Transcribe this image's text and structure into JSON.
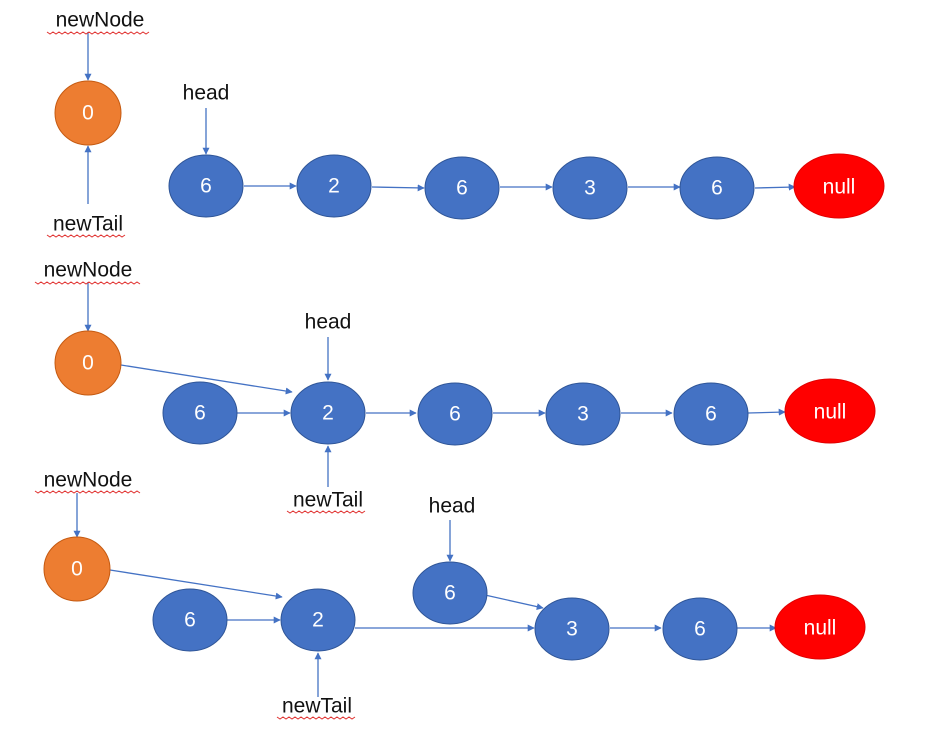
{
  "colors": {
    "node_fill": "#4472c4",
    "node_stroke": "#2f5597",
    "new_node_fill": "#ed7d31",
    "new_node_stroke": "#c55a11",
    "null_fill": "#ff0000",
    "null_stroke": "#e00000",
    "arrow": "#4472c4",
    "squiggle": "#e0312f"
  },
  "diagrams": [
    {
      "new_node": "0",
      "labels": {
        "new_node": "newNode",
        "new_tail": "newTail",
        "head": "head"
      },
      "nodes": [
        "6",
        "2",
        "6",
        "3",
        "6"
      ],
      "null_label": "null"
    },
    {
      "new_node": "0",
      "labels": {
        "new_node": "newNode",
        "new_tail": "newTail",
        "head": "head"
      },
      "nodes": [
        "6",
        "2",
        "6",
        "3",
        "6"
      ],
      "null_label": "null"
    },
    {
      "new_node": "0",
      "labels": {
        "new_node": "newNode",
        "new_tail": "newTail",
        "head": "head"
      },
      "nodes": [
        "6",
        "2",
        "6",
        "3",
        "6"
      ],
      "null_label": "null"
    }
  ]
}
